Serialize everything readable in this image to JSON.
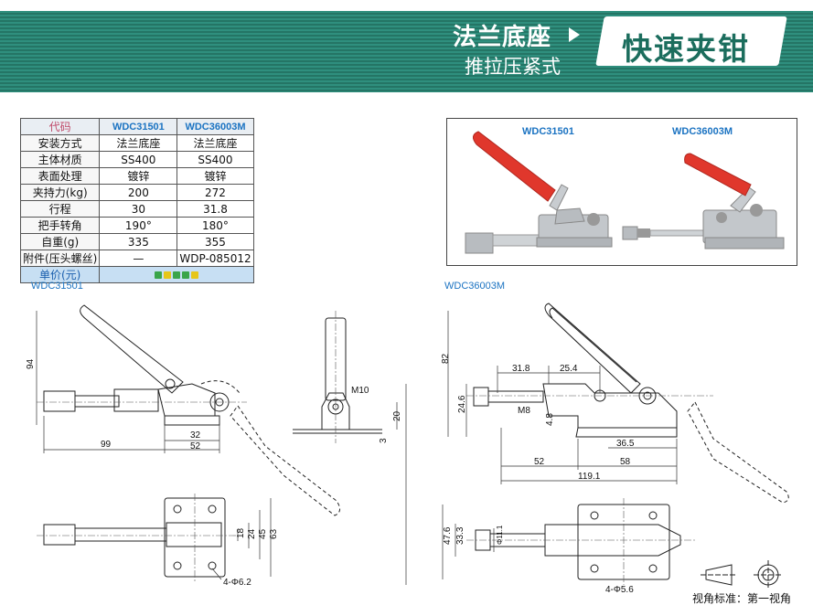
{
  "header": {
    "category_title": "法兰底座",
    "category_subtitle": "推拉压紧式",
    "product_name": "快速夹钳"
  },
  "spec_table": {
    "rows": [
      {
        "label": "代码",
        "a": "WDC31501",
        "b": "WDC36003M"
      },
      {
        "label": "安装方式",
        "a": "法兰底座",
        "b": "法兰底座"
      },
      {
        "label": "主体材质",
        "a": "SS400",
        "b": "SS400"
      },
      {
        "label": "表面处理",
        "a": "镀锌",
        "b": "镀锌"
      },
      {
        "label": "夹持力(kg)",
        "a": "200",
        "b": "272"
      },
      {
        "label": "行程",
        "a": "30",
        "b": "31.8"
      },
      {
        "label": "把手转角",
        "a": "190°",
        "b": "180°"
      },
      {
        "label": "自重(g)",
        "a": "335",
        "b": "355"
      },
      {
        "label": "附件(压头螺丝)",
        "a": "—",
        "b": "WDP-085012"
      },
      {
        "label": "单价(元)",
        "a": "",
        "b": ""
      }
    ]
  },
  "photos": {
    "left_label": "WDC31501",
    "right_label": "WDC36003M"
  },
  "drawing_left": {
    "title": "WDC31501",
    "dims": {
      "height": "94",
      "len99": "99",
      "len52": "52",
      "len32": "32",
      "m10": "M10",
      "d20": "20",
      "d3": "3",
      "w18": "18",
      "w24": "24",
      "w45": "45",
      "w63": "63",
      "holes": "4-Φ6.2"
    }
  },
  "drawing_right": {
    "title": "WDC36003M",
    "dims": {
      "height": "82",
      "d31_8": "31.8",
      "d25_4": "25.4",
      "d24_6": "24.6",
      "m8": "M8",
      "d4_8": "4.8",
      "d36_5": "36.5",
      "d52": "52",
      "d58": "58",
      "d119_1": "119.1",
      "d47_6": "47.6",
      "d33_3": "33.3",
      "d11_1": "Φ11.1",
      "holes": "4-Φ5.6"
    }
  },
  "view_standard": "视角标准：第一视角",
  "colors": {
    "banner": "#247565",
    "accent_blue": "#1b73c2",
    "handle_red": "#e0372c"
  }
}
